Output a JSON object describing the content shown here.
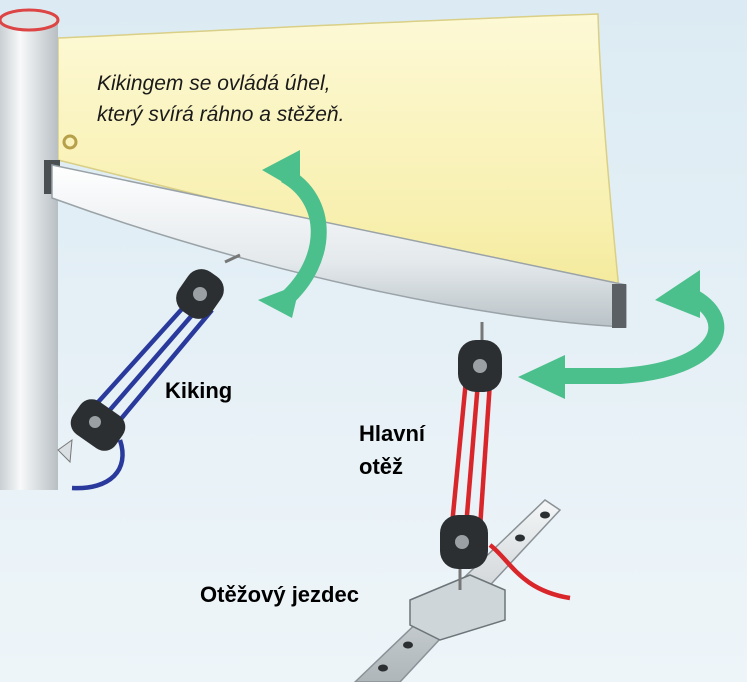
{
  "caption": {
    "line1": "Kikingem se ovládá úhel,",
    "line2": "který svírá ráhno a stěžeň."
  },
  "labels": {
    "kiking": "Kiking",
    "mainsheet_line1": "Hlavní",
    "mainsheet_line2": "otěž",
    "traveler": "Otěžový jezdec"
  },
  "colors": {
    "sail": "#fbf6c4",
    "boom": "#eef1f3",
    "mast": "#e8ecee",
    "arrow_green": "#4cc08c",
    "vang_rope": "#2a3a9c",
    "sheet_rope": "#d8262b",
    "background": "#e9f3f8"
  }
}
